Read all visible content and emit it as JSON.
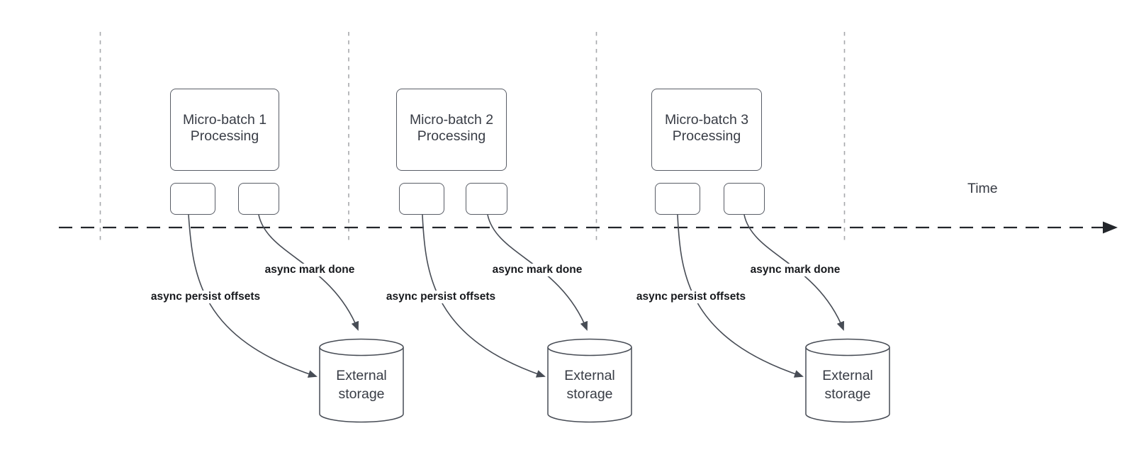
{
  "time_axis": {
    "label": "Time"
  },
  "sections": [
    {
      "box_line1": "Micro-batch 1",
      "box_line2": "Processing",
      "persist_label": "async persist offsets",
      "mark_done_label": "async mark done",
      "storage_line1": "External",
      "storage_line2": "storage"
    },
    {
      "box_line1": "Micro-batch 2",
      "box_line2": "Processing",
      "persist_label": "async persist offsets",
      "mark_done_label": "async mark done",
      "storage_line1": "External",
      "storage_line2": "storage"
    },
    {
      "box_line1": "Micro-batch 3",
      "box_line2": "Processing",
      "persist_label": "async persist offsets",
      "mark_done_label": "async mark done",
      "storage_line1": "External",
      "storage_line2": "storage"
    }
  ],
  "colors": {
    "background": "#ffffff",
    "edge_stroke": "#474c55",
    "timeline_stroke": "#23262b",
    "guide_stroke": "#a6a8ab",
    "node_border": "#595d66",
    "node_text": "#383c45",
    "edge_label_text": "#17191d"
  }
}
